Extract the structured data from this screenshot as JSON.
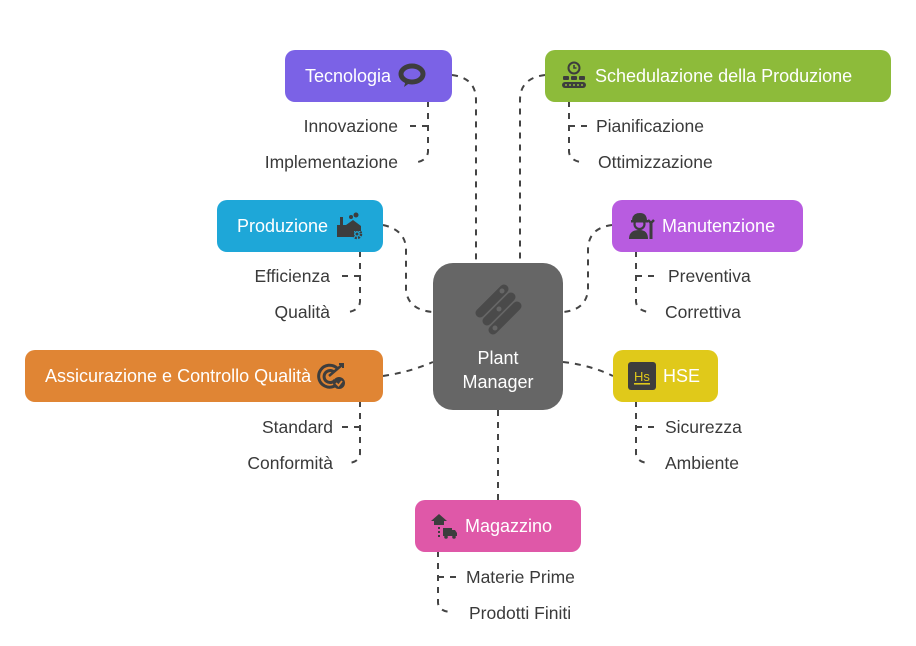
{
  "center": {
    "line1": "Plant",
    "line2": "Manager",
    "icon": "parallel-bars-icon",
    "color": "#666666"
  },
  "branches": [
    {
      "id": "tecnologia",
      "label": "Tecnologia",
      "icon": "speech-bubble-icon",
      "color": "#7b62e6",
      "children": [
        "Innovazione",
        "Implementazione"
      ]
    },
    {
      "id": "schedulazione",
      "label": "Schedulazione della Produzione",
      "icon": "conveyor-clock-icon",
      "color": "#8dbb3a",
      "children": [
        "Pianificazione",
        "Ottimizzazione"
      ]
    },
    {
      "id": "produzione",
      "label": "Produzione",
      "icon": "factory-gear-icon",
      "color": "#1ea7d8",
      "children": [
        "Efficienza",
        "Qualità"
      ]
    },
    {
      "id": "manutenzione",
      "label": "Manutenzione",
      "icon": "worker-wrench-icon",
      "color": "#b85ce0",
      "children": [
        "Preventiva",
        "Correttiva"
      ]
    },
    {
      "id": "assicurazione",
      "label": "Assicurazione e Controllo Qualità",
      "icon": "target-check-icon",
      "color": "#e08534",
      "children": [
        "Standard",
        "Conformità"
      ]
    },
    {
      "id": "hse",
      "label": "HSE",
      "icon": "hs-badge-icon",
      "color": "#e0c91a",
      "children": [
        "Sicurezza",
        "Ambiente"
      ]
    },
    {
      "id": "magazzino",
      "label": "Magazzino",
      "icon": "warehouse-truck-icon",
      "color": "#df58a8",
      "children": [
        "Materie Prime",
        "Prodotti Finiti"
      ]
    }
  ]
}
